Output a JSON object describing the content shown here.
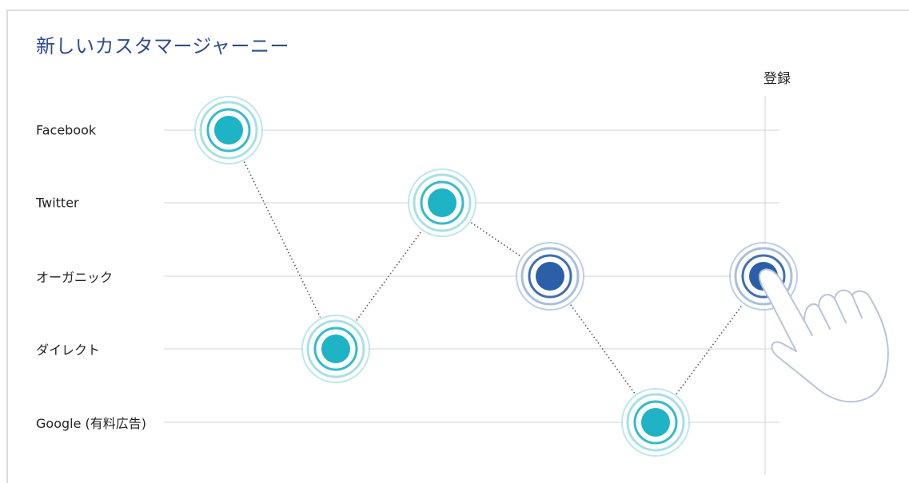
{
  "title": "新しいカスタマージャーニー",
  "end_label": "登録",
  "rows": [
    {
      "label": "Facebook"
    },
    {
      "label": "Twitter"
    },
    {
      "label": "オーガニック"
    },
    {
      "label": "ダイレクト"
    },
    {
      "label": "Google (有料広告)"
    }
  ],
  "journey": [
    {
      "row": 0,
      "step": 1,
      "kind": "touchpoint"
    },
    {
      "row": 3,
      "step": 2,
      "kind": "touchpoint"
    },
    {
      "row": 1,
      "step": 3,
      "kind": "touchpoint"
    },
    {
      "row": 2,
      "step": 4,
      "kind": "touchpoint-highlight"
    },
    {
      "row": 4,
      "step": 5,
      "kind": "touchpoint"
    },
    {
      "row": 2,
      "step": 6,
      "kind": "conversion"
    }
  ],
  "colors": {
    "title": "#2f4b8a",
    "teal": "#1fb3c6",
    "teal_light": "#a8dfe7",
    "blue": "#2b5fa8",
    "blue_light": "#a9bedb",
    "gridline": "#cfd4d9",
    "connector": "#555555",
    "hand_stroke": "#b8c4d6"
  },
  "icons": {
    "conversion_pointer": "pointing-hand-icon"
  }
}
